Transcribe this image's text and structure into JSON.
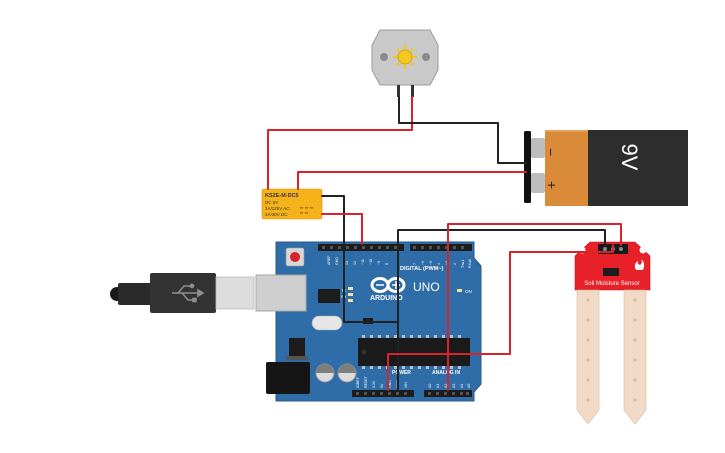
{
  "battery": {
    "label": "9V",
    "minus": "−",
    "plus": "+"
  },
  "relay": {
    "model": "KS2E-M-DC5",
    "line1": "DC 5V",
    "line2": "1A/125V AC",
    "line3": "2A/30V DC"
  },
  "arduino": {
    "brand": "ARDUINO",
    "model": "UNO",
    "digital_label": "DIGITAL (PWM~)",
    "analog_label": "ANALOG IN",
    "power_label": "POWER",
    "on_label": "ON",
    "tx_label": "TX",
    "rx_label": "RX",
    "l_label": "L",
    "aref_label": "AREF",
    "gnd_label": "GND",
    "digital_pins": [
      "13",
      "12",
      "~11",
      "~10",
      "~9",
      "8",
      "7",
      "~6",
      "~5",
      "4",
      "~3",
      "2",
      "TX▸1",
      "RX◂0"
    ],
    "analog_pins": [
      "A0",
      "A1",
      "A2",
      "A3",
      "A4",
      "A5"
    ],
    "power_pins": [
      "IOREF",
      "RESET",
      "3.3V",
      "5V",
      "GND",
      "GND",
      "VIN"
    ]
  },
  "sensor": {
    "label": "Soil Moisture Sensor",
    "label_soil": "Soil",
    "label_moisture": "Moisture",
    "label_sensor": "Sensor"
  },
  "colors": {
    "board": "#2f6da8",
    "relay": "#f6b21b",
    "sensor": "#e8202a",
    "battery_copper": "#d98b3a",
    "battery_black": "#2d2d2d",
    "wire_red": "#d8232a",
    "wire_black": "#222222"
  }
}
